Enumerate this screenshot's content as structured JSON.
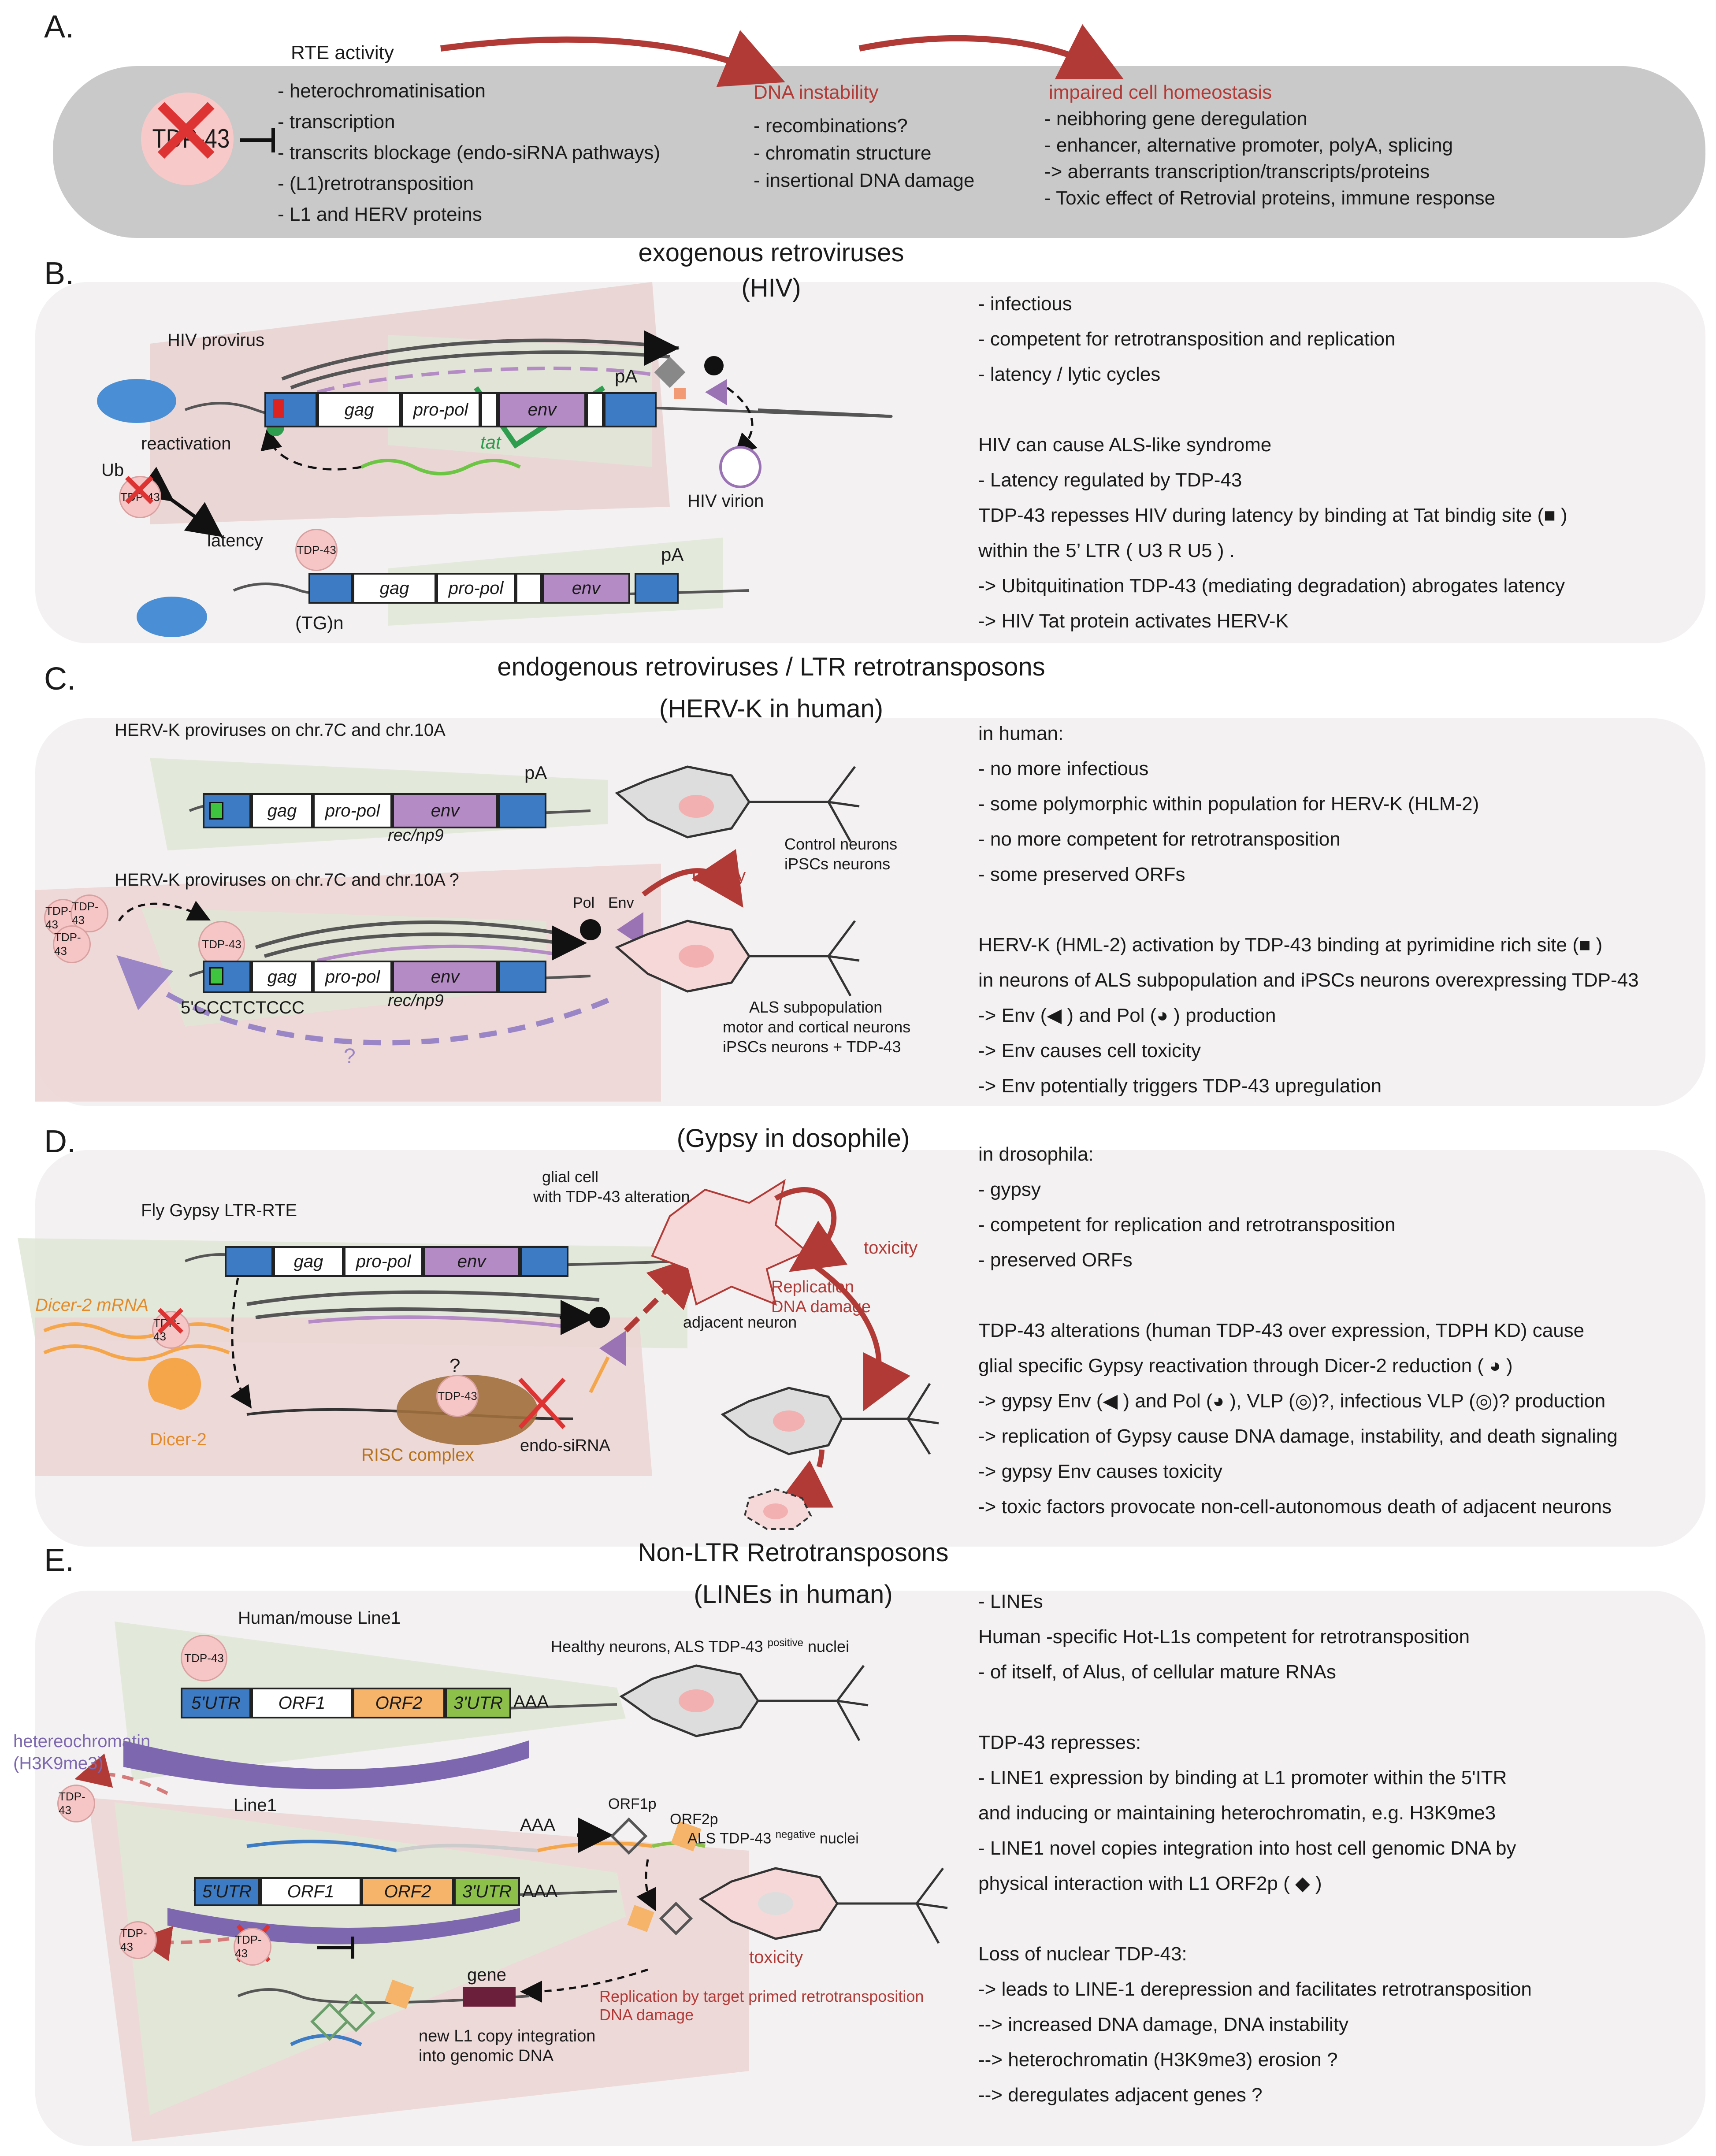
{
  "panels": {
    "a": {
      "label": "A.",
      "tdp": "TDP-43",
      "rte_title": "RTE activity",
      "rte_items": [
        "- heterochromatinisation",
        "- transcription",
        "- transcrits blockage (endo-siRNA pathways)",
        "- (L1)retrotransposition",
        "- L1 and HERV proteins"
      ],
      "dna_title": "DNA instability",
      "dna_items": [
        "- recombinations?",
        "- chromatin structure",
        "- insertional DNA damage"
      ],
      "homeo_title": "impaired cell homeostasis",
      "homeo_items": [
        "- neibhoring gene deregulation",
        "- enhancer, alternative promoter, polyA, splicing",
        "-> aberrants transcription/transcripts/proteins",
        "- Toxic effect of Retrovial proteins, immune  response"
      ]
    },
    "b": {
      "label": "B.",
      "title1": "exogenous retroviruses",
      "title2": "(HIV)",
      "provirus": "HIV provirus",
      "gag": "gag",
      "propol": "pro-pol",
      "env": "env",
      "pa": "pA",
      "tat": "tat",
      "virion": "HIV virion",
      "reactivation": "reactivation",
      "ub": "Ub",
      "latency": "latency",
      "tgn": "(TG)n",
      "tdp": "TDP-43",
      "text_lines": [
        "- infectious",
        "- competent for retrotransposition and replication",
        "- latency / lytic cycles",
        "",
        "HIV can cause ALS-like syndrome",
        "- Latency regulated by TDP-43",
        "TDP-43 repesses HIV during latency by binding at Tat bindig site (■ )",
        "within the 5’ LTR ( U3 R U5 ) .",
        "-> Ubitquitination TDP-43 (mediating degradation) abrogates latency",
        "-> HIV Tat protein activates HERV-K"
      ]
    },
    "c": {
      "label": "C.",
      "title1": "endogenous retroviruses / LTR retrotransposons",
      "title2": "(HERV-K in human)",
      "top_label": "HERV-K proviruses on chr.7C and chr.10A",
      "bottom_label": "HERV-K proviruses on chr.7C and chr.10A  ?",
      "gag": "gag",
      "propol": "pro-pol",
      "env": "env",
      "pa": "pA",
      "recnp9": "rec/np9",
      "control": "Control neurons",
      "ipscs": "iPSCs  neurons",
      "toxicity": "toxicity",
      "pol": "Pol",
      "envp": "Env",
      "seq": "5'CCCTCTCCC",
      "question": "?",
      "als1": "ALS subpopulation",
      "als2": "motor and cortical  neurons",
      "als3": "iPSCs  neurons + TDP-43",
      "tdp": "TDP-43",
      "text_lines": [
        "in human:",
        "- no more infectious",
        "- some polymorphic within population for HERV-K (HLM-2)",
        "- no more competent for retrotransposition",
        "- some preserved ORFs",
        "",
        "HERV-K (HML-2) activation by TDP-43 binding at pyrimidine rich site (■ )",
        "in neurons of ALS subpopulation and iPSCs neurons overexpressing TDP-43",
        "-> Env (◀ )  and Pol (◕ ) production",
        "-> Env causes cell toxicity",
        "-> Env potentially triggers TDP-43 upregulation"
      ]
    },
    "d": {
      "label": "D.",
      "title": "(Gypsy in dosophile)",
      "fly": "Fly Gypsy  LTR-RTE",
      "gag": "gag",
      "propol": "pro-pol",
      "env": "env",
      "glial1": "glial cell",
      "glial2": "with TDP-43 alteration",
      "toxicity": "toxicity",
      "repl1": "Replication",
      "repl2": "DNA damage",
      "adjacent": "adjacent neuron",
      "dicer_mrna": "Dicer-2 mRNA",
      "dicer": "Dicer-2",
      "risc": "RISC complex",
      "endo": "endo-siRNA",
      "tdp": "TDP-43",
      "question": "?",
      "text_lines": [
        "in drosophila:",
        "- gypsy",
        "- competent for replication and retrotransposition",
        "- preserved ORFs",
        "",
        "TDP-43 alterations (human TDP-43 over expression, TDPH KD) cause",
        "glial specific Gypsy reactivation through Dicer-2 reduction ( ◕ )",
        "-> gypsy Env (◀ ) and Pol (◕ ), VLP (◎)?, infectious VLP (◎)? production",
        "-> replication of Gypsy cause DNA damage, instability, and death signaling",
        "-> gypsy Env causes toxicity",
        "-> toxic factors provocate non-cell-autonomous death of adjacent neurons"
      ]
    },
    "e": {
      "label": "E.",
      "title1": "Non-LTR Retrotransposons",
      "title2": "(LINEs in human)",
      "line1_label": "Human/mouse Line1",
      "healthy": "Healthy neurons, ALS TDP-43",
      "positive": "positive",
      "nuclei": "nuclei",
      "utr5": "5'UTR",
      "orf1": "ORF1",
      "orf2": "ORF2",
      "utr3": "3'UTR",
      "aaa": "AAA",
      "hetero1": "hetereochromatin",
      "hetero2": "(H3K9me3)",
      "line1b": "Line1",
      "orf1p": "ORF1p",
      "orf2p": "ORF2p",
      "als_neg": "ALS TDP-43",
      "negative": "negative",
      "nuclei2": "nuclei",
      "gene": "gene",
      "toxicity": "toxicity",
      "new1": "new L1 copy integration",
      "new2": "into genomic DNA",
      "repl1": "Replication by target primed retrotransposition",
      "repl2": "DNA damage",
      "tdp": "TDP-43",
      "text_lines": [
        "- LINEs",
        "Human -specific Hot-L1s competent for retrotransposition",
        "- of itself, of Alus, of cellular mature RNAs",
        "",
        "TDP-43 represses:",
        "- LINE1 expression by binding at L1 promoter within the 5'ITR",
        "and inducing or maintaining heterochromatin, e.g. H3K9me3",
        "- LINE1 novel copies integration into host cell genomic DNA by",
        "physical interaction with L1 ORF2p ( ◆ )",
        "",
        "Loss of nuclear TDP-43:",
        "-> leads to LINE-1 derepression and facilitates retrotransposition",
        "--> increased DNA damage, DNA instability",
        "--> heterochromatin (H3K9me3) erosion ?",
        "--> deregulates adjacent genes ?"
      ]
    }
  }
}
